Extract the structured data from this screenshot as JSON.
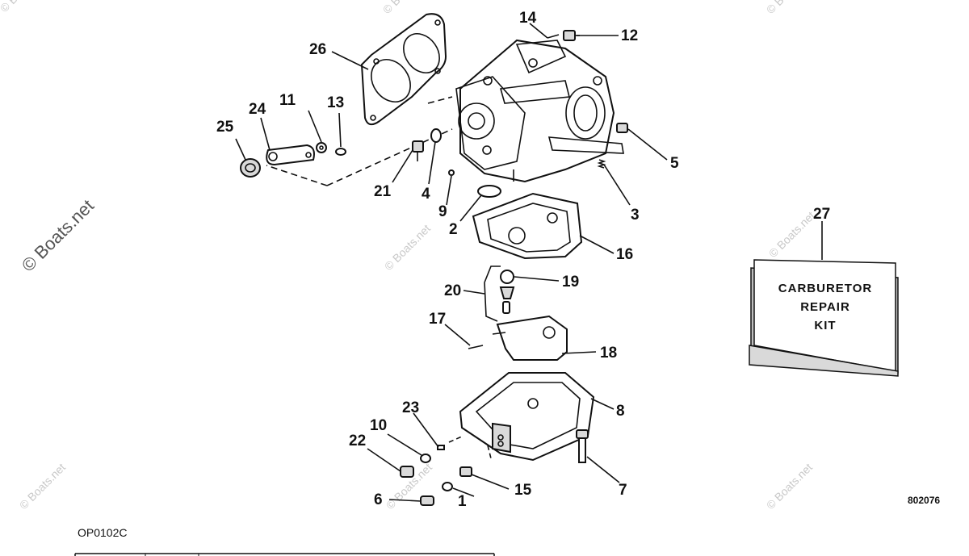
{
  "callouts": [
    {
      "id": "1",
      "label": "1"
    },
    {
      "id": "2",
      "label": "2"
    },
    {
      "id": "3",
      "label": "3"
    },
    {
      "id": "4",
      "label": "4"
    },
    {
      "id": "5",
      "label": "5"
    },
    {
      "id": "6",
      "label": "6"
    },
    {
      "id": "7",
      "label": "7"
    },
    {
      "id": "8",
      "label": "8"
    },
    {
      "id": "9",
      "label": "9"
    },
    {
      "id": "10",
      "label": "10"
    },
    {
      "id": "11",
      "label": "11"
    },
    {
      "id": "12",
      "label": "12"
    },
    {
      "id": "13",
      "label": "13"
    },
    {
      "id": "14",
      "label": "14"
    },
    {
      "id": "15",
      "label": "15"
    },
    {
      "id": "16",
      "label": "16"
    },
    {
      "id": "17",
      "label": "17"
    },
    {
      "id": "18",
      "label": "18"
    },
    {
      "id": "19",
      "label": "19"
    },
    {
      "id": "20",
      "label": "20"
    },
    {
      "id": "21",
      "label": "21"
    },
    {
      "id": "22",
      "label": "22"
    },
    {
      "id": "23",
      "label": "23"
    },
    {
      "id": "24",
      "label": "24"
    },
    {
      "id": "25",
      "label": "25"
    },
    {
      "id": "26",
      "label": "26"
    },
    {
      "id": "27",
      "label": "27"
    }
  ],
  "kit_box": {
    "lines": [
      "CARBURETOR",
      "REPAIR",
      "KIT"
    ]
  },
  "illustration_number": "802076",
  "diagram_code": "OP0102C",
  "watermark": {
    "main": "© Boats.net",
    "small": "© Boats.net"
  }
}
